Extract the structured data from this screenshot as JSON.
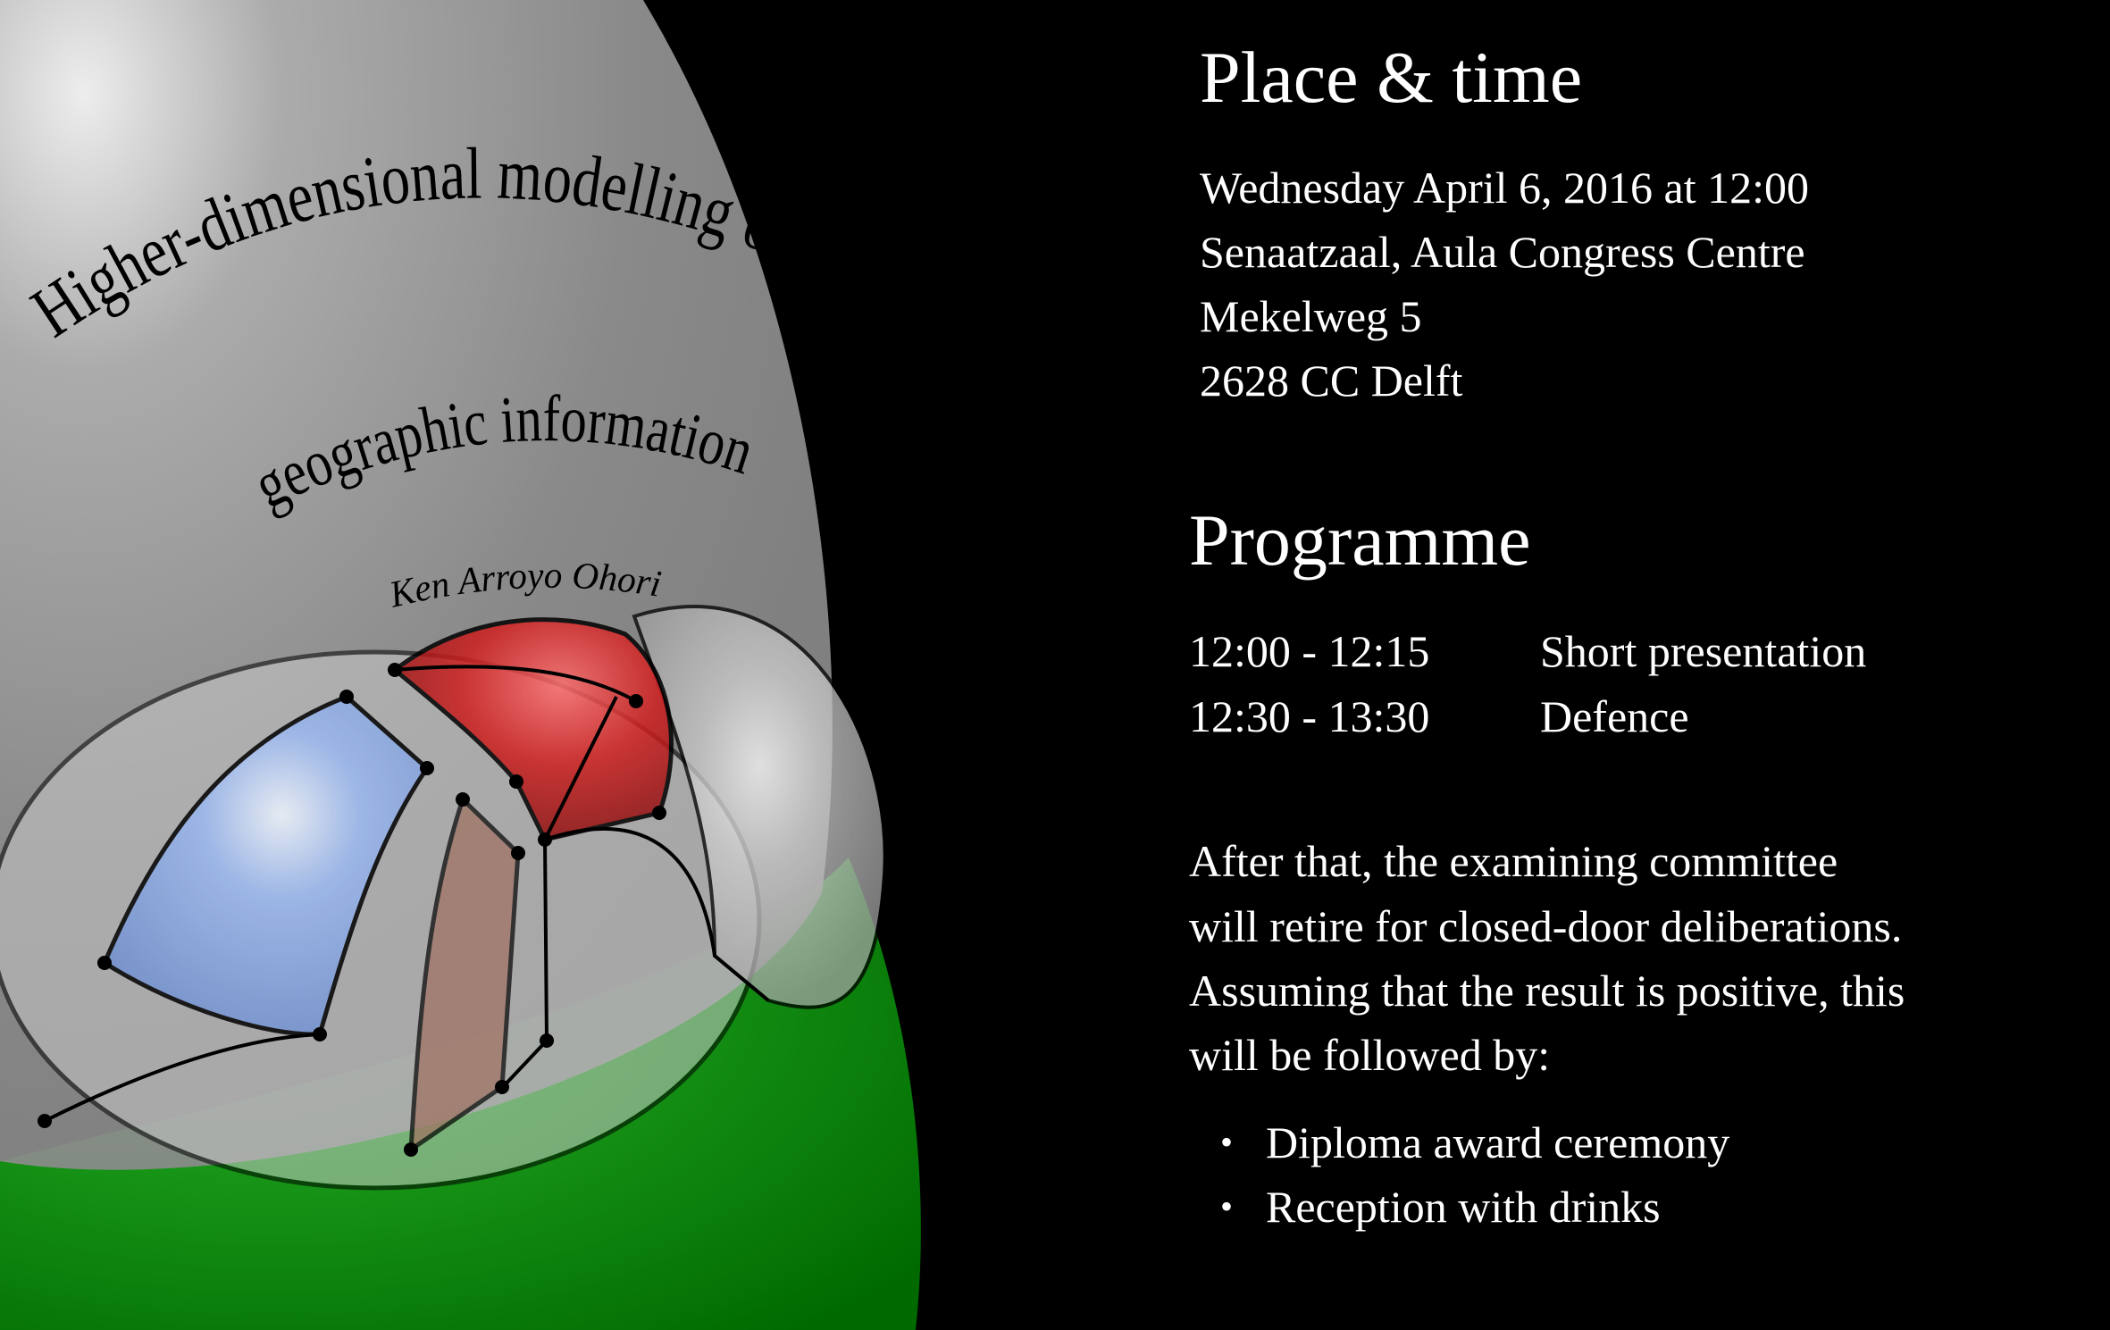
{
  "cover": {
    "title_line1": "Higher-dimensional modelling of",
    "title_line2": "geographic information",
    "author": "Ken Arroyo Ohori"
  },
  "place_time": {
    "heading": "Place & time",
    "lines": [
      "Wednesday April 6, 2016 at 12:00",
      "Senaatzaal, Aula Congress Centre",
      "Mekelweg 5",
      "2628 CC Delft"
    ]
  },
  "programme": {
    "heading": "Programme",
    "schedule": [
      {
        "time": "12:00 - 12:15",
        "event": "Short presentation"
      },
      {
        "time": "12:30 - 13:30",
        "event": "Defence"
      }
    ],
    "paragraph": [
      "After that, the examining committee",
      "will retire for closed-door deliberations.",
      "Assuming that the result is positive, this",
      "will be followed by:"
    ],
    "bullets": [
      "Diploma award ceremony",
      "Reception with drinks"
    ]
  },
  "colors": {
    "background": "#000000",
    "sphere_grey": "#9a9a9a",
    "red": "#cc2222",
    "blue": "#88aaee",
    "green": "#0a7a0a"
  }
}
